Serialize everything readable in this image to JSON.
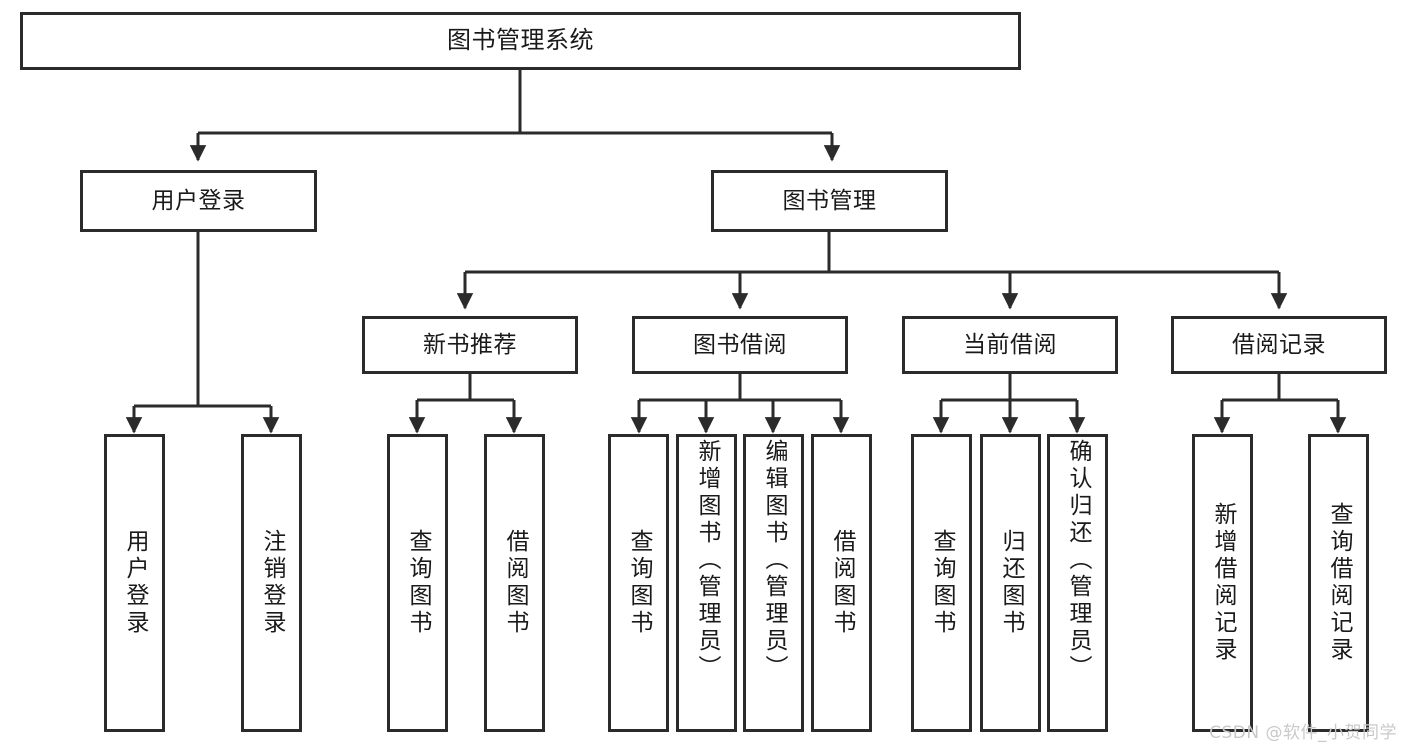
{
  "diagram": {
    "type": "tree-hierarchy-chart",
    "title": "图书管理系统",
    "watermark": "CSDN @软件_小贺同学",
    "levels": [
      {
        "level": 1,
        "nodes": [
          {
            "id": "root",
            "label": "图书管理系统",
            "orientation": "horizontal"
          }
        ]
      },
      {
        "level": 2,
        "nodes": [
          {
            "id": "user-login",
            "label": "用户登录",
            "orientation": "horizontal",
            "parent": "root"
          },
          {
            "id": "book-manage",
            "label": "图书管理",
            "orientation": "horizontal",
            "parent": "root"
          }
        ]
      },
      {
        "level": 3,
        "nodes": [
          {
            "id": "new-book-rec",
            "label": "新书推荐",
            "orientation": "horizontal",
            "parent": "book-manage"
          },
          {
            "id": "book-borrow",
            "label": "图书借阅",
            "orientation": "horizontal",
            "parent": "book-manage"
          },
          {
            "id": "current-borrow",
            "label": "当前借阅",
            "orientation": "horizontal",
            "parent": "book-manage"
          },
          {
            "id": "borrow-record",
            "label": "借阅记录",
            "orientation": "horizontal",
            "parent": "book-manage"
          }
        ]
      },
      {
        "level": 4,
        "nodes": [
          {
            "id": "leaf-user-login",
            "label": "用户登录",
            "orientation": "vertical",
            "parent": "user-login"
          },
          {
            "id": "leaf-user-logout",
            "label": "注销登录",
            "orientation": "vertical",
            "parent": "user-login"
          },
          {
            "id": "leaf-query-book-1",
            "label": "查询图书",
            "orientation": "vertical",
            "parent": "new-book-rec"
          },
          {
            "id": "leaf-borrow-book-1",
            "label": "借阅图书",
            "orientation": "vertical",
            "parent": "new-book-rec"
          },
          {
            "id": "leaf-query-book-2",
            "label": "查询图书",
            "orientation": "vertical",
            "parent": "book-borrow"
          },
          {
            "id": "leaf-add-book",
            "label": "新增图书（管理员）",
            "orientation": "vertical",
            "parent": "book-borrow"
          },
          {
            "id": "leaf-edit-book",
            "label": "编辑图书（管理员）",
            "orientation": "vertical",
            "parent": "book-borrow"
          },
          {
            "id": "leaf-borrow-book-2",
            "label": "借阅图书",
            "orientation": "vertical",
            "parent": "book-borrow"
          },
          {
            "id": "leaf-query-book-3",
            "label": "查询图书",
            "orientation": "vertical",
            "parent": "current-borrow"
          },
          {
            "id": "leaf-return-book",
            "label": "归还图书",
            "orientation": "vertical",
            "parent": "current-borrow"
          },
          {
            "id": "leaf-confirm-return",
            "label": "确认归还（管理员）",
            "orientation": "vertical",
            "parent": "current-borrow"
          },
          {
            "id": "leaf-add-record",
            "label": "新增借阅记录",
            "orientation": "vertical",
            "parent": "borrow-record"
          },
          {
            "id": "leaf-query-record",
            "label": "查询借阅记录",
            "orientation": "vertical",
            "parent": "borrow-record"
          }
        ]
      }
    ],
    "colors": {
      "stroke": "#2b2b2b",
      "fill": "#ffffff",
      "text": "#1a1a1a",
      "watermark": "#c9c9c9"
    }
  }
}
